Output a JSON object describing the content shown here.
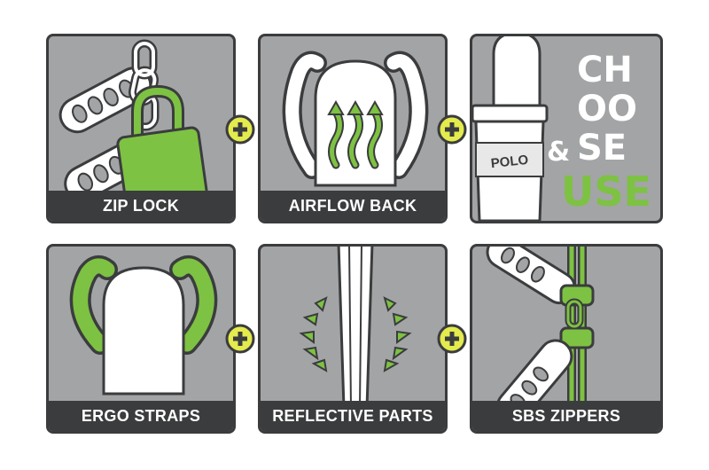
{
  "tiles": {
    "zip_lock": {
      "label": "ZIP LOCK"
    },
    "airflow_back": {
      "label": "AIRFLOW BACK"
    },
    "choose_use": {
      "line1": "CH",
      "line2": "OO",
      "line3_amp": "&",
      "line3": "SE",
      "line4": "USE",
      "bottle_brand": "POLO"
    },
    "ergo_straps": {
      "label": "ERGO STRAPS"
    },
    "reflective_parts": {
      "label": "REFLECTIVE PARTS"
    },
    "sbs_zippers": {
      "label": "SBS ZIPPERS"
    }
  },
  "colors": {
    "tile_bg": "#a3a4a6",
    "tile_border": "#3b3c3e",
    "accent_green": "#7dc242",
    "plus_yellow": "#e3eb4d",
    "white": "#ffffff"
  },
  "icons": [
    "padlock-icon",
    "zipper-pull-icon",
    "backpack-icon",
    "airflow-arrows-icon",
    "bottle-icon",
    "reflective-strip-icon",
    "plus-icon"
  ]
}
